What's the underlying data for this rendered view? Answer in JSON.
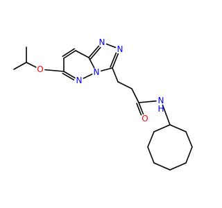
{
  "molecule": {
    "atoms": [
      {
        "id": "n_tri_top",
        "label": "N",
        "color": "#0000FF"
      },
      {
        "id": "n_tri_right",
        "label": "N",
        "color": "#0000FF"
      },
      {
        "id": "n_bridge",
        "label": "N",
        "color": "#0000FF"
      },
      {
        "id": "n_pyr",
        "label": "N",
        "color": "#0000FF"
      },
      {
        "id": "o_ether",
        "label": "O",
        "color": "#FF0000"
      },
      {
        "id": "o_carbonyl",
        "label": "O",
        "color": "#FF0000"
      },
      {
        "id": "n_amide",
        "label": "N",
        "color": "#0000FF"
      },
      {
        "id": "h_amide",
        "label": "H",
        "color": "#0000FF"
      }
    ]
  }
}
